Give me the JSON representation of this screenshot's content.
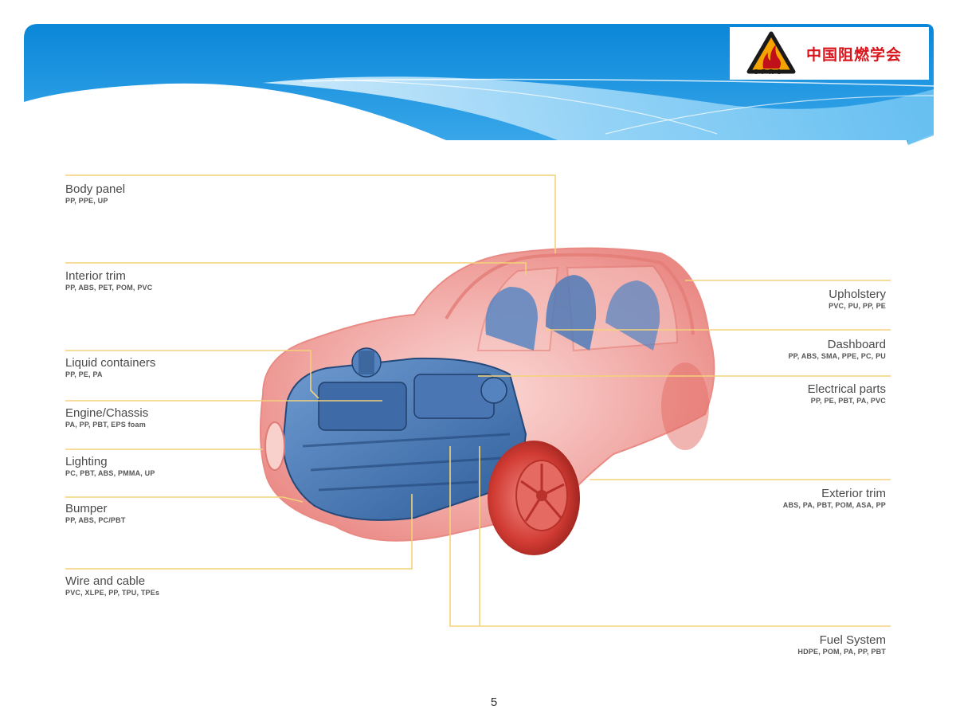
{
  "logo": {
    "name": "中国阻燃学会",
    "abbr": "C F R S",
    "colors": {
      "accent": "#d9141b",
      "flame": "#f5a300",
      "triangle": "#1a1a1a"
    }
  },
  "header": {
    "colors": {
      "band": "#0f8ad9",
      "wave_light": "#8fd1f7"
    }
  },
  "diagram": {
    "line_color": "#f3d27a",
    "left_labels": [
      {
        "id": "body-panel",
        "name": "Body panel",
        "materials": "PP, PPE, UP"
      },
      {
        "id": "interior-trim",
        "name": "Interior trim",
        "materials": "PP, ABS, PET, POM, PVC"
      },
      {
        "id": "liquid-containers",
        "name": "Liquid containers",
        "materials": "PP, PE, PA"
      },
      {
        "id": "engine-chassis",
        "name": "Engine/Chassis",
        "materials": "PA, PP, PBT, EPS foam"
      },
      {
        "id": "lighting",
        "name": "Lighting",
        "materials": "PC, PBT, ABS, PMMA, UP"
      },
      {
        "id": "bumper",
        "name": "Bumper",
        "materials": "PP, ABS, PC/PBT"
      },
      {
        "id": "wire-cable",
        "name": "Wire and cable",
        "materials": "PVC, XLPE, PP, TPU, TPEs"
      }
    ],
    "right_labels": [
      {
        "id": "upholstery",
        "name": "Upholstery",
        "materials": "PVC, PU, PP, PE"
      },
      {
        "id": "dashboard",
        "name": "Dashboard",
        "materials": "PP, ABS, SMA, PPE, PC, PU"
      },
      {
        "id": "electrical-parts",
        "name": "Electrical parts",
        "materials": "PP, PE, PBT, PA, PVC"
      },
      {
        "id": "exterior-trim",
        "name": "Exterior trim",
        "materials": "ABS, PA, PBT, POM, ASA, PP"
      },
      {
        "id": "fuel-system",
        "name": "Fuel System",
        "materials": "HDPE, POM, PA, PP, PBT"
      }
    ]
  },
  "footer": {
    "page_number": "5"
  }
}
